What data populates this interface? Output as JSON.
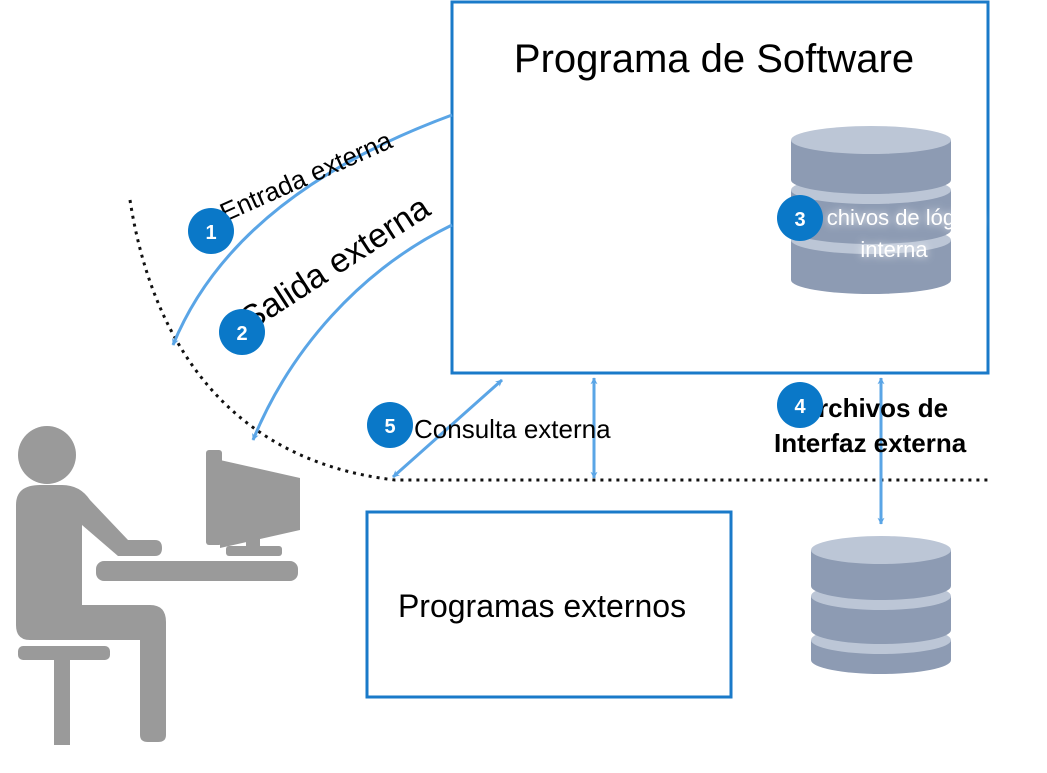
{
  "software_program": {
    "title": "Programa de Software"
  },
  "external_programs": {
    "title": "Programas externos"
  },
  "flows": {
    "external_input": "Entrada externa",
    "external_output": "Salida externa",
    "external_query": "Consulta externa"
  },
  "internal_files": {
    "line1": "chivos de lógica",
    "line2": "interna"
  },
  "interface_files": {
    "line1": "rchivos de",
    "line2": "Interfaz externa"
  },
  "badges": [
    "1",
    "2",
    "3",
    "4",
    "5"
  ],
  "colors": {
    "box_border": "#1a7ac9",
    "arrow": "#5aa5e6",
    "badge": "#0a78c8",
    "database_light": "#bcc6d6",
    "database_dark": "#7f8ea8",
    "person": "#9a9a9a"
  },
  "icons": {
    "user": "person-at-computer-icon",
    "database": "database-icon"
  }
}
